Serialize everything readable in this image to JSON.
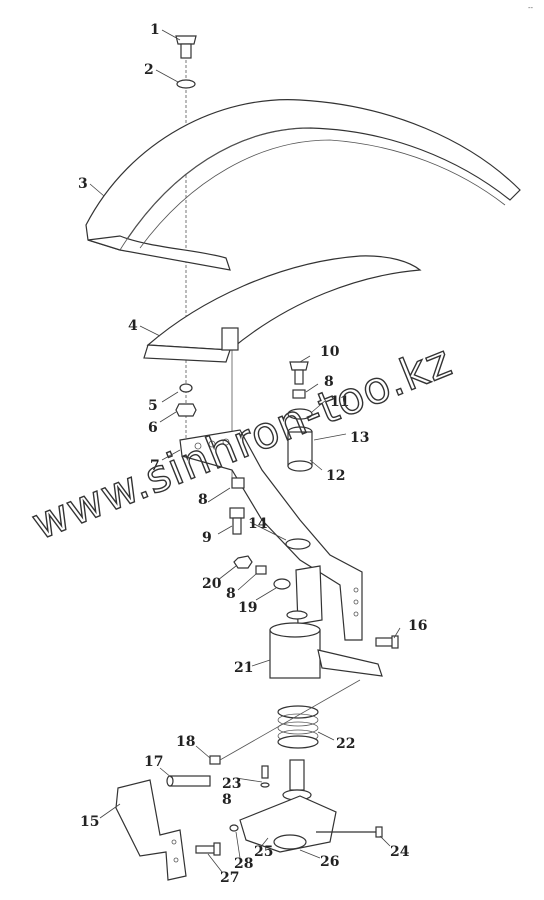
{
  "watermark": "www.sinhron-too.kz",
  "corner_mark": "--",
  "callouts": [
    "1",
    "2",
    "3",
    "4",
    "5",
    "6",
    "7",
    "8",
    "9",
    "10",
    "8",
    "11",
    "12",
    "13",
    "14",
    "20",
    "8",
    "19",
    "16",
    "21",
    "22",
    "18",
    "17",
    "23",
    "8",
    "15",
    "25",
    "26",
    "24",
    "28",
    "27"
  ]
}
